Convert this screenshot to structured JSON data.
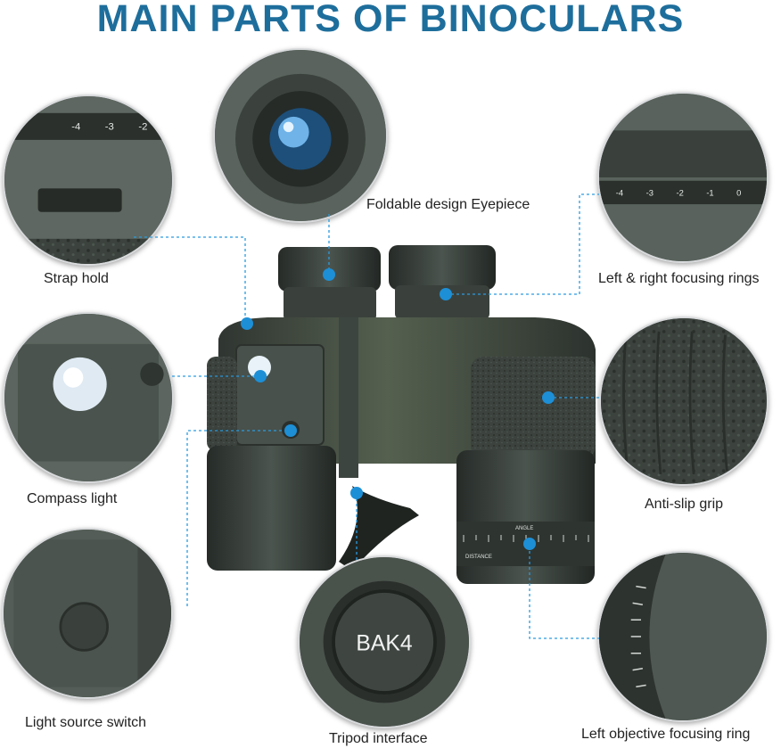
{
  "title": "MAIN PARTS OF BINOCULARS",
  "labels": {
    "eyepiece": "Foldable design Eyepiece",
    "strap": "Strap hold",
    "focusing": "Left & right focusing rings",
    "compass": "Compass light",
    "grip": "Anti-slip grip",
    "switch": "Light source switch",
    "tripod": "Tripod interface",
    "objective": "Left objective focusing ring"
  },
  "engravings": {
    "prism": "BAK4",
    "angle": "ANGLE",
    "distance": "DISTANCE",
    "scale_ticks": [
      "-4",
      "-3",
      "-2",
      "-1",
      "0"
    ]
  },
  "colors": {
    "title": "#1e6e9c",
    "accent_dot": "#1d8fd6",
    "leader_line": "#2a9be0",
    "body": "#4a524c",
    "rubber": "#3c433e"
  }
}
